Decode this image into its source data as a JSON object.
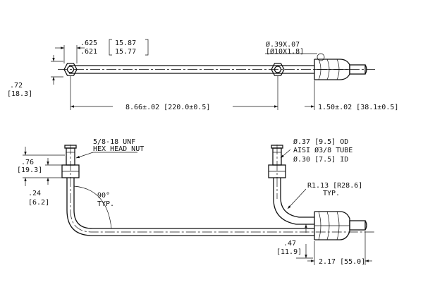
{
  "top_view": {
    "nut_flats": ".625",
    "nut_flats_min": ".621",
    "nut_flats_mm": "15.87",
    "nut_flats_mm_min": "15.77",
    "fitting_offset": ".72",
    "fitting_offset_mm": "[18.3]",
    "fitting_spacing": "8.66±.02 [220.0±0.5]",
    "end_length": "1.50±.02 [38.1±0.5]",
    "chamfer": "Ø.39X.07",
    "chamfer_mm": "[Ø10X1.8]"
  },
  "front_view": {
    "thread_note_1": "5/8-18 UNF",
    "thread_note_2": "HEX HEAD NUT",
    "nut_height": ".76",
    "nut_height_mm": "[19.3]",
    "nut_length": ".24",
    "nut_length_mm": "[6.2]",
    "bend_angle": "90°",
    "bend_angle_typ": "TYP.",
    "od_note": "Ø.37 [9.5] OD",
    "tube_note": "AISI Ø3/8 TUBE",
    "id_note": "Ø.30 [7.5] ID",
    "bend_radius": "R1.13 [R28.6]",
    "bend_radius_typ": "TYP.",
    "tube_height": ".47",
    "tube_height_mm": "[11.9]",
    "end_extension": "2.17 [55.0]"
  }
}
